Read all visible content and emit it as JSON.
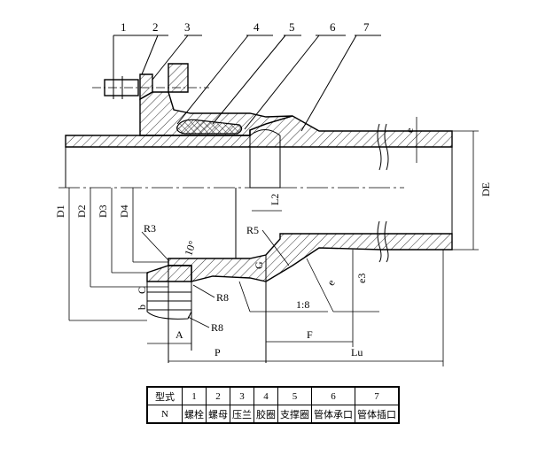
{
  "callouts": [
    "1",
    "2",
    "3",
    "4",
    "5",
    "6",
    "7"
  ],
  "dimensions": {
    "d1": "D1",
    "d2": "D2",
    "d3": "D3",
    "d4": "D4",
    "de": "DE",
    "e": "e",
    "r3": "R3",
    "r5": "R5",
    "r8a": "R8",
    "r8b": "R8",
    "angle": "10°",
    "l2": "L2",
    "g": "G",
    "b": "b",
    "c": "C",
    "e3": "e3",
    "e1": "e",
    "a": "A",
    "p": "P",
    "f": "F",
    "lu": "Lu",
    "taper": "1:8"
  },
  "table": {
    "header_label": "型式",
    "row_label": "N",
    "columns": [
      "1",
      "2",
      "3",
      "4",
      "5",
      "6",
      "7"
    ],
    "names": [
      "螺栓",
      "螺母",
      "压兰",
      "胶圈",
      "支撑圈",
      "管体承口",
      "管体插口"
    ]
  }
}
